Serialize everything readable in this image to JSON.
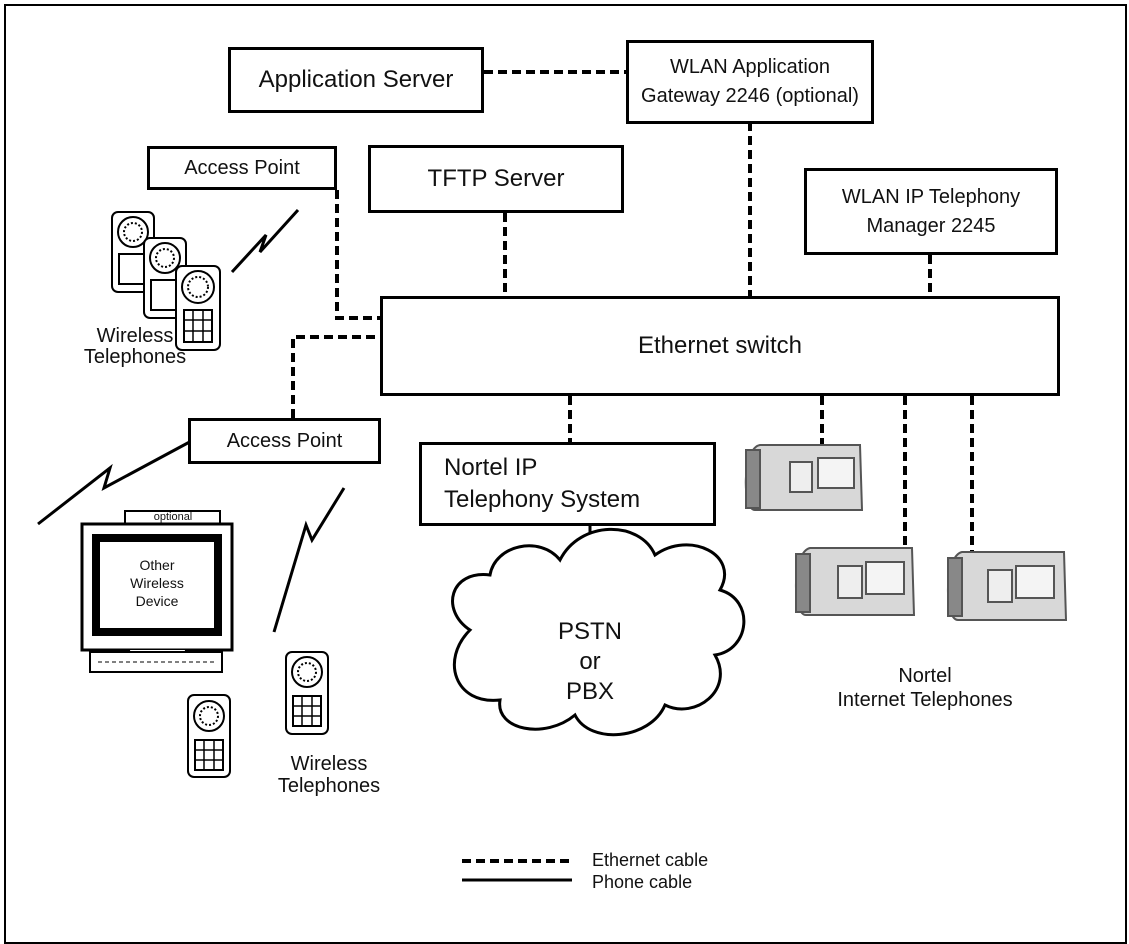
{
  "nodes": {
    "application_server": "Application Server",
    "wlan_gateway": "WLAN Application\nGateway 2246 (optional)",
    "access_point_top": "Access Point",
    "tftp_server": "TFTP Server",
    "wlan_manager": "WLAN IP Telephony\nManager 2245",
    "ethernet_switch": "Ethernet switch",
    "access_point_bottom": "Access Point",
    "nortel_system": "Nortel IP\nTelephony System",
    "pstn": "PSTN\nor\nPBX"
  },
  "labels": {
    "wireless_telephones_top": "Wireless\nTelephones",
    "optional": "optional",
    "other_device": "Other\nWireless\nDevice",
    "wireless_telephones_bottom": "Wireless\nTelephones",
    "nortel_internet_telephones": "Nortel\nInternet Telephones"
  },
  "legend": {
    "ethernet": "Ethernet cable",
    "phone": "Phone cable"
  }
}
